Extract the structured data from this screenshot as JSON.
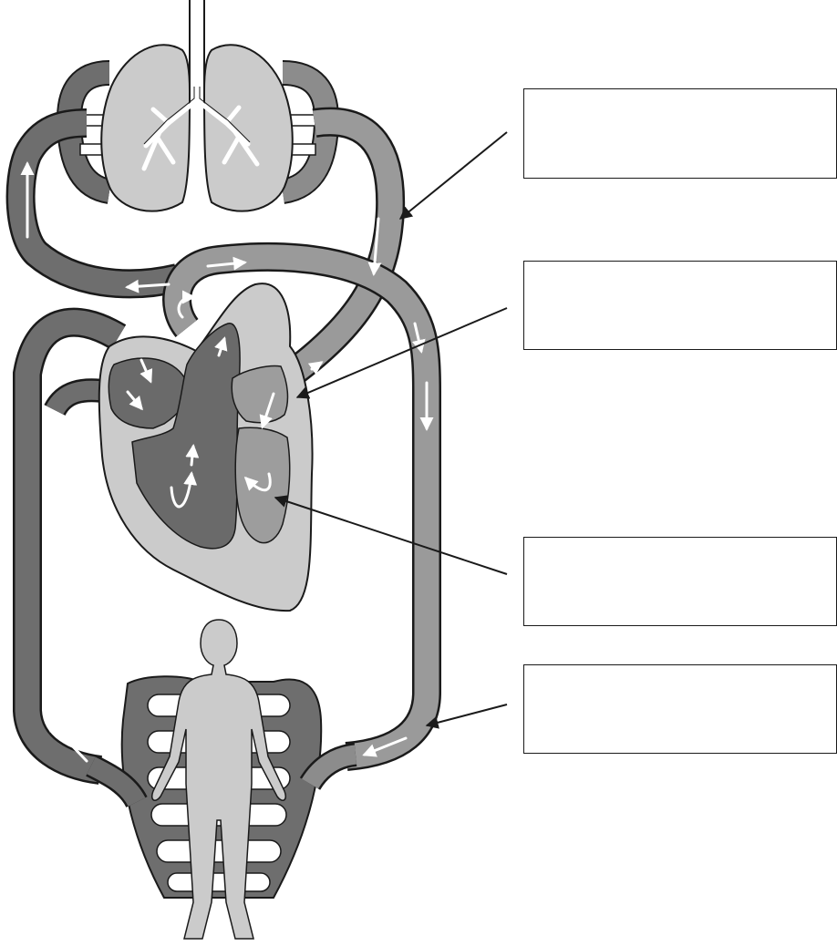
{
  "colors": {
    "deoxygenated_vessel": "#6e6e6e",
    "oxygenated_vessel": "#9a9a9a",
    "organ_fill": "#cbcbcb",
    "heart_left_chamber": "#9d9d9d",
    "heart_right_chamber": "#6a6a6a",
    "outline": "#1a1a1a",
    "flow_arrow": "#ffffff",
    "background": "#ffffff"
  },
  "icons": {
    "lungs": "lungs-icon",
    "heart": "heart-icon",
    "body": "human-figure-icon"
  },
  "labels": [
    {
      "id": "box-1",
      "text": ""
    },
    {
      "id": "box-2",
      "text": ""
    },
    {
      "id": "box-3",
      "text": ""
    },
    {
      "id": "box-4",
      "text": ""
    }
  ]
}
